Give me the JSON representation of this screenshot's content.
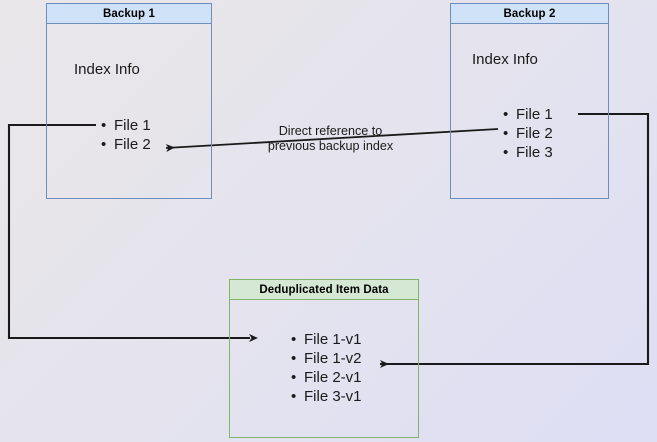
{
  "diagram": {
    "title_semantic": "backup-deduplication-reference-diagram",
    "colors": {
      "blue_border": "#6c8ebf",
      "blue_header_fill": "#cfe2f8",
      "green_border": "#82b366",
      "green_header_fill": "#d5e8d4",
      "arrow_stroke": "#1a1a1a",
      "background_start": "#e9e7e9",
      "background_end": "#dedef4"
    },
    "nodes": {
      "backup1": {
        "header": "Backup 1",
        "section_label": "Index Info",
        "items": [
          "File 1",
          "File 2"
        ]
      },
      "backup2": {
        "header": "Backup 2",
        "section_label": "Index Info",
        "items": [
          "File 1",
          "File 2",
          "File 3"
        ]
      },
      "dedup": {
        "header": "Deduplicated Item Data",
        "items": [
          "File 1-v1",
          "File 1-v2",
          "File 2-v1",
          "File 3-v1"
        ]
      }
    },
    "annotations": {
      "direct_reference": "Direct reference to\nprevious backup index"
    },
    "edges": [
      {
        "name": "backup2-index-to-backup1-file2",
        "from": "backup2.items.File 1",
        "to": "backup1.items.File 2",
        "arrowhead": "left"
      },
      {
        "name": "backup1-file1-to-dedup-file1v1",
        "from": "backup1.items.File 1",
        "to": "dedup.items.File 1-v1",
        "arrowhead": "right"
      },
      {
        "name": "backup2-file1-to-dedup-file1v2",
        "from": "backup2.items.File 1",
        "to": "dedup.items.File 1-v2",
        "arrowhead": "left"
      }
    ]
  }
}
